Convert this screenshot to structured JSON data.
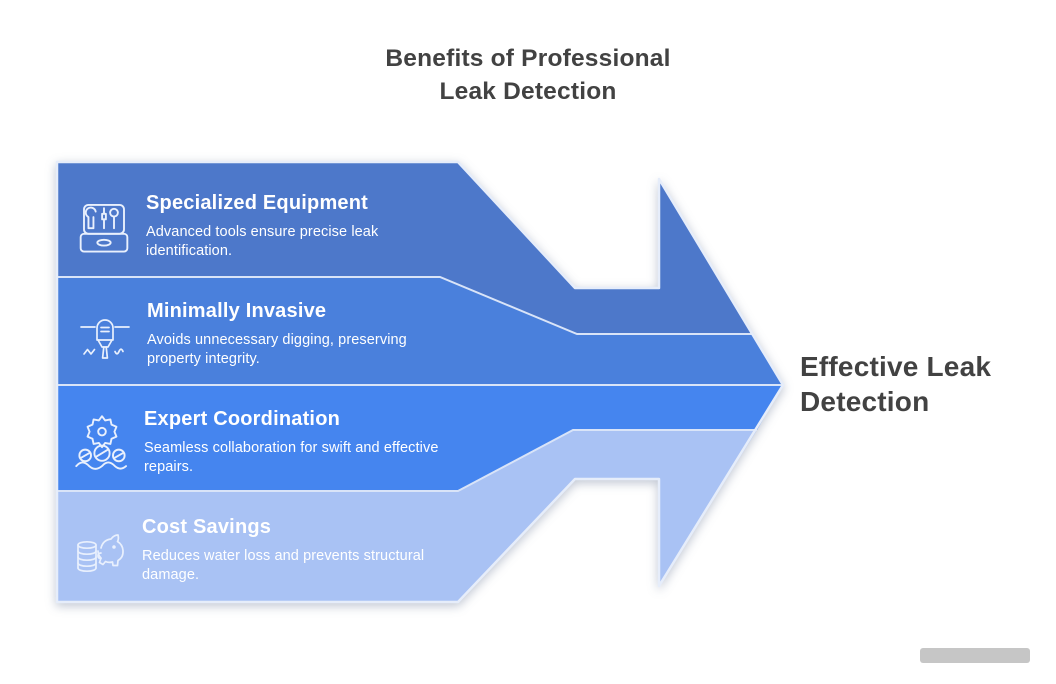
{
  "title": {
    "line1": "Benefits of Professional",
    "line2": "Leak Detection"
  },
  "outcome": {
    "line1": "Effective Leak",
    "line2": "Detection"
  },
  "bands": [
    {
      "heading": "Specialized Equipment",
      "body": "Advanced tools ensure precise leak identification.",
      "icon": "toolbox-icon",
      "color": "#4d78ca"
    },
    {
      "heading": "Minimally Invasive",
      "body": "Avoids unnecessary digging, preserving property integrity.",
      "icon": "jackhammer-icon",
      "color": "#4a80dc"
    },
    {
      "heading": "Expert Coordination",
      "body": "Seamless collaboration for swift and effective repairs.",
      "icon": "gear-people-icon",
      "color": "#4585ef"
    },
    {
      "heading": "Cost Savings",
      "body": "Reduces water loss and prevents structural damage.",
      "icon": "piggy-bank-icon",
      "color": "#a9c2f4"
    }
  ],
  "colors": {
    "separator_line": "#d9e4f8",
    "arrow_outline": "#e6edfa",
    "title_text": "#424242",
    "band_text": "#ffffff",
    "watermark_bar": "#c6c6c6"
  }
}
